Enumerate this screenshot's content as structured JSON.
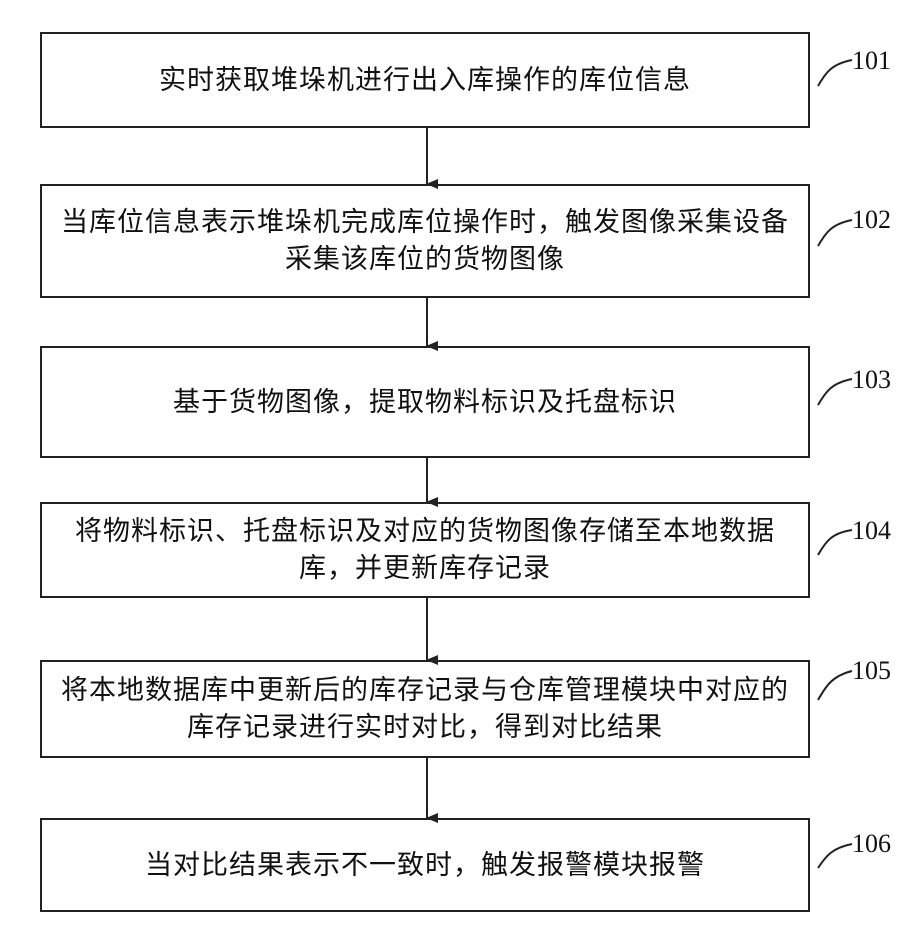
{
  "steps": [
    {
      "ref": "101",
      "text": "实时获取堆垛机进行出入库操作的库位信息"
    },
    {
      "ref": "102",
      "text": "当库位信息表示堆垛机完成库位操作时，触发图像采集设备采集该库位的货物图像"
    },
    {
      "ref": "103",
      "text": "基于货物图像，提取物料标识及托盘标识"
    },
    {
      "ref": "104",
      "text": "将物料标识、托盘标识及对应的货物图像存储至本地数据库，并更新库存记录"
    },
    {
      "ref": "105",
      "text": "将本地数据库中更新后的库存记录与仓库管理模块中对应的库存记录进行实时对比，得到对比结果"
    },
    {
      "ref": "106",
      "text": "当对比结果表示不一致时，触发报警模块报警"
    }
  ]
}
